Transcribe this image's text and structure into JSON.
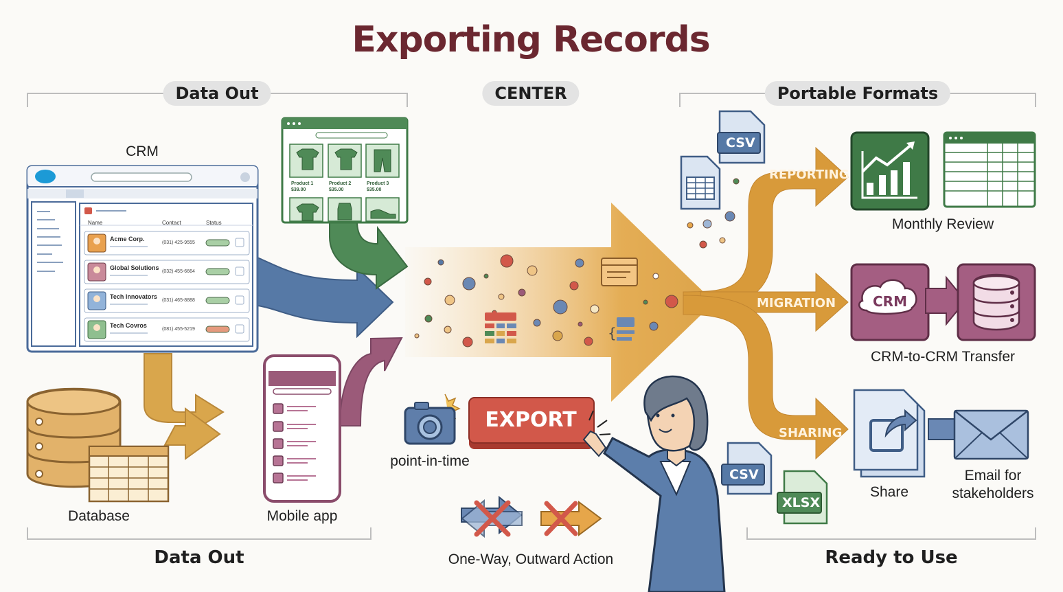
{
  "title": "Exporting Records",
  "sections": {
    "left_header": "Data Out",
    "center_header": "CENTER",
    "right_header": "Portable Formats",
    "left_footer": "Data Out",
    "right_footer": "Ready to Use"
  },
  "sources": {
    "crm": {
      "label": "CRM",
      "table_headers": [
        "Name",
        "Contact",
        "Status"
      ],
      "rows": [
        {
          "name": "Acme Corp.",
          "phone": "(031) 425-9555",
          "status_color": "#a9cfa5"
        },
        {
          "name": "Global Solutions",
          "phone": "(032) 455-6664",
          "status_color": "#a9cfa5"
        },
        {
          "name": "Tech Innovators",
          "phone": "(031) 465-8888",
          "status_color": "#a9cfa5"
        },
        {
          "name": "Tech Covros",
          "phone": "(081) 455-5219",
          "status_color": "#e59a7e"
        }
      ]
    },
    "shop": {
      "products": [
        {
          "name": "Product 1",
          "price": "$39.00"
        },
        {
          "name": "Product 2",
          "price": "$35.00"
        },
        {
          "name": "Product 3",
          "price": "$35.00"
        }
      ]
    },
    "database": {
      "label": "Database"
    },
    "mobile": {
      "label": "Mobile app"
    }
  },
  "center": {
    "export_button": "EXPORT",
    "snapshot_label": "point-in-time",
    "oneway_label": "One-Way, Outward Action"
  },
  "outputs": {
    "reporting": {
      "arrow": "REPORTING",
      "label": "Monthly Review"
    },
    "migration": {
      "arrow": "MIGRATION",
      "bubble": "CRM",
      "label": "CRM-to-CRM Transfer"
    },
    "sharing": {
      "arrow": "SHARING",
      "share_label": "Share",
      "email_label_1": "Email for",
      "email_label_2": "stakeholders"
    }
  },
  "formats": {
    "csv": "CSV",
    "xlsx": "XLSX"
  },
  "colors": {
    "title": "#6b2730",
    "crm_blue": "#5679a6",
    "shop_green": "#4f8a57",
    "mobile_plum": "#9b5a79",
    "db_gold": "#d9a64c",
    "flow_orange": "#dca44a",
    "report_green": "#3f7a47",
    "migration_plum": "#a45e82",
    "share_blue": "#6a88b4",
    "export_red": "#d2584a"
  }
}
